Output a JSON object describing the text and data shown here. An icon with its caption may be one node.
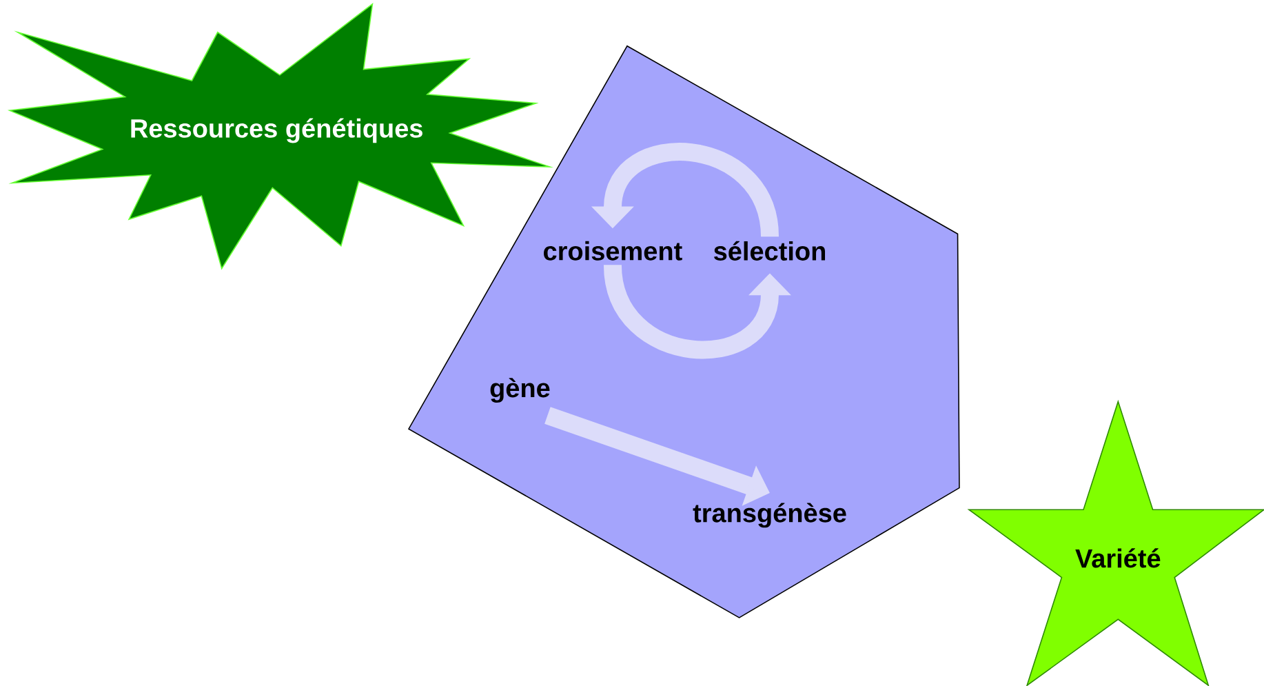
{
  "diagram": {
    "nodes": [
      {
        "text": [
          "Ressources génétiques"
        ]
      },
      {
        "text": [],
        "shape": "pentagon"
      },
      {
        "text": [
          "croisement"
        ],
        "in": 1
      },
      {
        "text": [
          "sélection"
        ],
        "in": 1
      },
      {
        "text": [
          "gène"
        ],
        "in": 1
      },
      {
        "text": [
          "transgénèse"
        ],
        "in": 1
      },
      {
        "text": [
          "Variété"
        ]
      }
    ],
    "edges": [
      {
        "from": 3,
        "to": 2,
        "arrow": "to"
      },
      {
        "from": 2,
        "to": 3,
        "arrow": "to"
      },
      {
        "from": 4,
        "to": 5,
        "arrow": "to"
      }
    ]
  }
}
